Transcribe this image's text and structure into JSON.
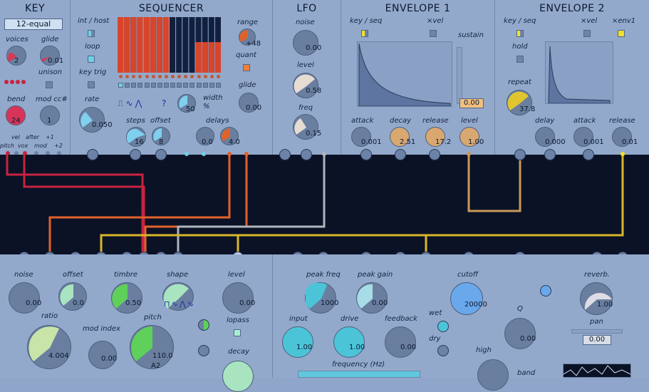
{
  "panels": {
    "key": {
      "title": "KEY",
      "tuning": "12-equal",
      "voices_label": "voices",
      "voices_value": "2",
      "glide_label": "glide",
      "glide_value": "0.01",
      "unison_label": "unison",
      "bend_label": "bend",
      "bend_value": "24",
      "modcc_label": "mod cc#",
      "modcc_value": "1",
      "vel_label": "vel",
      "after_label": "after",
      "plus1_label": "+1",
      "pitch_label": "pitch",
      "vox_label": "vox",
      "mod_label": "mod",
      "plus2_label": "+2"
    },
    "sequencer": {
      "title": "SEQUENCER",
      "inthost_label": "int / host",
      "loop_label": "loop",
      "keytrig_label": "key trig",
      "range_label": "range",
      "range_value": "+48",
      "quant_label": "quant",
      "glide_label": "glide",
      "glide_value": "0.00",
      "rate_label": "rate",
      "rate_value": "0.050",
      "width_label": "width",
      "width_value": "50",
      "width_unit": "%",
      "shape_question": "?",
      "steps_label": "steps",
      "steps_value": "16",
      "offset_label": "offset",
      "offset_value": "8",
      "delays_label": "delays",
      "delay1_value": "0.0",
      "delay2_value": "4.0"
    },
    "lfo": {
      "title": "LFO",
      "noise_label": "noise",
      "noise_value": "0.00",
      "level_label": "level",
      "level_value": "0.58",
      "freq_label": "freq",
      "freq_value": "0.15"
    },
    "env1": {
      "title": "ENVELOPE 1",
      "keyseq_label": "key / seq",
      "xvel_label": "×vel",
      "sustain_label": "sustain",
      "sustain_value": "0.00",
      "attack_label": "attack",
      "attack_value": "0.001",
      "decay_label": "decay",
      "decay_value": "2.51",
      "release_label": "release",
      "release_value": "17.2",
      "level_label": "level",
      "level_value": "1.00"
    },
    "env2": {
      "title": "ENVELOPE 2",
      "keyseq_label": "key / seq",
      "xvel_label": "×vel",
      "xenv1_label": "×env1",
      "hold_label": "hold",
      "repeat_label": "repeat",
      "repeat_value": "37.8",
      "delay_label": "delay",
      "delay_value": "0.000",
      "attack_label": "attack",
      "attack_value": "0.001",
      "release_label": "release",
      "release_value": "0.01"
    }
  },
  "lower": {
    "noise_label": "noise",
    "noise_value": "0.00",
    "offset_label": "offset",
    "offset_value": "0.0",
    "ratio_label": "ratio",
    "ratio_value": "4.004",
    "modindex_label": "mod index",
    "modindex_value": "0.00",
    "timbre_label": "timbre",
    "timbre_value": "0.50",
    "shape_label": "shape",
    "pitch_label": "pitch",
    "pitch_value": "110.0",
    "pitch_note": "A2",
    "level_label": "level",
    "level_value": "0.00",
    "lopass_label": "lopass",
    "decay_label": "decay",
    "peakfreq_label": "peak freq",
    "peakfreq_value": "1000",
    "peakgain_label": "peak gain",
    "peakgain_value": "0.00",
    "input_label": "input",
    "input_value": "1.00",
    "drive_label": "drive",
    "drive_value": "1.00",
    "feedback_label": "feedback",
    "feedback_value": "0.00",
    "wet_label": "wet",
    "dry_label": "dry",
    "frequency_label": "frequency (Hz)",
    "cutoff_label": "cutoff",
    "cutoff_value": "20000",
    "q_label": "Q",
    "q_value": "0.00",
    "high_label": "high",
    "band_label": "band",
    "reverb_label": "reverb.",
    "reverb_value": "1.00",
    "pan_label": "pan",
    "pan_value": "0.00"
  },
  "colors": {
    "panel": "#93a9cb",
    "cable_bg": "#0b1226",
    "red": "#c8233f",
    "orange": "#e0622a",
    "yellow": "#d8b62a",
    "gray": "#b0b4bc",
    "tan": "#c89a58",
    "cyan": "#5ec8dc",
    "green": "#5fd05a"
  },
  "sequencer_steps": [
    {
      "level": 1.0,
      "active": true
    },
    {
      "level": 1.0,
      "active": true
    },
    {
      "level": 1.0,
      "active": true
    },
    {
      "level": 1.0,
      "active": true
    },
    {
      "level": 1.0,
      "active": true
    },
    {
      "level": 1.0,
      "active": true
    },
    {
      "level": 1.0,
      "active": true
    },
    {
      "level": 1.0,
      "active": true
    },
    {
      "level": 1.0,
      "active": false
    },
    {
      "level": 1.0,
      "active": false
    },
    {
      "level": 1.0,
      "active": false
    },
    {
      "level": 1.0,
      "active": false
    },
    {
      "level": 0.55,
      "active": true
    },
    {
      "level": 0.55,
      "active": true
    },
    {
      "level": 0.55,
      "active": true
    },
    {
      "level": 0.55,
      "active": true
    }
  ]
}
